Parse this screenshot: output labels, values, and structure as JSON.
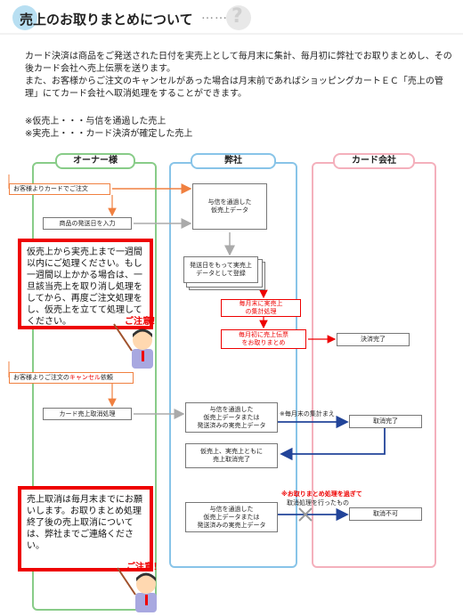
{
  "header": {
    "title_first_char": "売",
    "title_rest": "上のお取りまとめについて",
    "dots": "……",
    "question_mark": "?"
  },
  "intro": {
    "p1": "カード決済は商品をご発送された日付を実売上として毎月末に集計、毎月初に弊社でお取りまとめし、その後カード会社へ売上伝票を送ります。",
    "p2": "また、お客様からご注文のキャンセルがあった場合は月末前であればショッピングカートＥＣ「売上の管理」にてカード会社へ取消処理をすることができます。"
  },
  "notes": {
    "provisional": "※仮売上・・・与信を通過した売上",
    "actual": "※実売上・・・カード決済が確定した売上"
  },
  "lanes": {
    "owner": "オーナー様",
    "company": "弊社",
    "card": "カード会社"
  },
  "colors": {
    "owner": "#88cc88",
    "company": "#88c4e8",
    "card": "#f4b0bc",
    "accent_red": "#ee0000",
    "arrow_orange": "#f08040",
    "arrow_gray": "#aaaaaa",
    "arrow_blue": "#224499"
  },
  "flow": {
    "order_by_card": "お客様よりカードでご注文",
    "enter_ship_date": "商品の発送日を入力",
    "provisional_sales_line1": "与信を通過した",
    "provisional_sales_line2": "仮売上データ",
    "register_actual_line1": "発送日をもって実売上",
    "register_actual_line2": "データとして登録",
    "month_end_line1": "毎月末に実売上",
    "month_end_line2": "の集計処理",
    "month_start_line1": "毎月初に売上伝票",
    "month_start_line2": "をお取りまとめ",
    "settled": "決済完了",
    "cancel_request_pre": "お客様よりご注文の",
    "cancel_request_word": "キャンセル",
    "cancel_request_post": "依頼",
    "card_cancel": "カード売上取消処理",
    "data_line1": "与信を通過した",
    "data_line2": "仮売上データまたは",
    "data_line3": "発送済みの実売上データ",
    "before_month_end": "※毎月末の集計まえ",
    "cancel_done": "取消完了",
    "both_cancel_line1": "仮売上、実売上ともに",
    "both_cancel_line2": "売上取消完了",
    "after_processing_line1": "※お取りまとめ処理を過ぎて",
    "after_processing_line2": "取消処理を行ったもの",
    "cancel_impossible": "取消不可"
  },
  "caution1": {
    "text": "仮売上から実売上まで一週間以内にご処理ください。もし一週間以上かかる場合は、一旦該当売上を取り消し処理をしてから、再度ご注文処理をし、仮売上を立てて処理してください。",
    "label": "ご注意！"
  },
  "caution2": {
    "text": "売上取消は毎月末までにお願いします。お取りまとめ処理終了後の売上取消については、弊社までご連絡ください。",
    "label": "ご注意！"
  }
}
